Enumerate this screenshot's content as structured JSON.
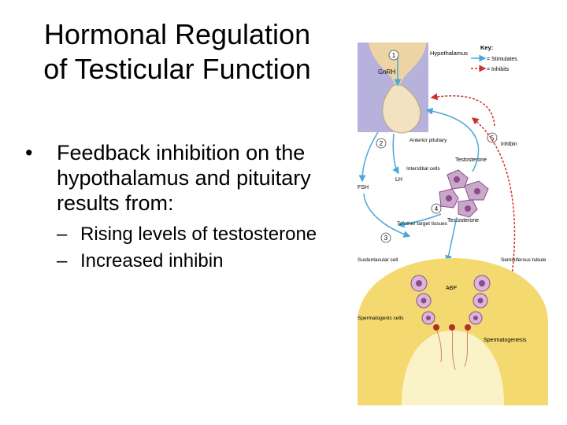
{
  "slide": {
    "title_line1": "Hormonal Regulation",
    "title_line2": "of Testicular Function",
    "bullet_main": "Feedback inhibition on the hypothalamus and pituitary results from:",
    "sub1": "Rising levels of testosterone",
    "sub2": "Increased inhibin"
  },
  "diagram": {
    "key_title": "Key:",
    "key_stimulates": "= Stimulates",
    "key_inhibits": "= Inhibits",
    "hypothalamus": "Hypothalamus",
    "gnrh": "GnRH",
    "anterior_pituitary": "Anterior pituitary",
    "inhibin": "Inhibin",
    "testosterone_top": "Testosterone",
    "interstitial_cells": "Interstitial cells",
    "lh": "LH",
    "fsh": "FSH",
    "to_other_target": "To other target tissues",
    "testosterone_mid": "Testosterone",
    "sustentacular_cell": "Sustentacular cell",
    "seminiferous_tubule": "Seminiferous tubule",
    "abp": "ABP",
    "spermatogenic_cells": "Spermatogenic cells",
    "spermatogenesis": "Spermatogenesis",
    "step1": "1",
    "step2": "2",
    "step3": "3",
    "step4": "4",
    "step5": "5",
    "colors": {
      "stimulate_arrow": "#4aa8d8",
      "inhibit_arrow": "#d03030",
      "brain": "#b7b2dc",
      "pituitary": "#ecd4a4",
      "tubule": "#f3d970",
      "tubule_inner": "#fbf3c8",
      "cell_purple": "#8c4a8c"
    }
  }
}
